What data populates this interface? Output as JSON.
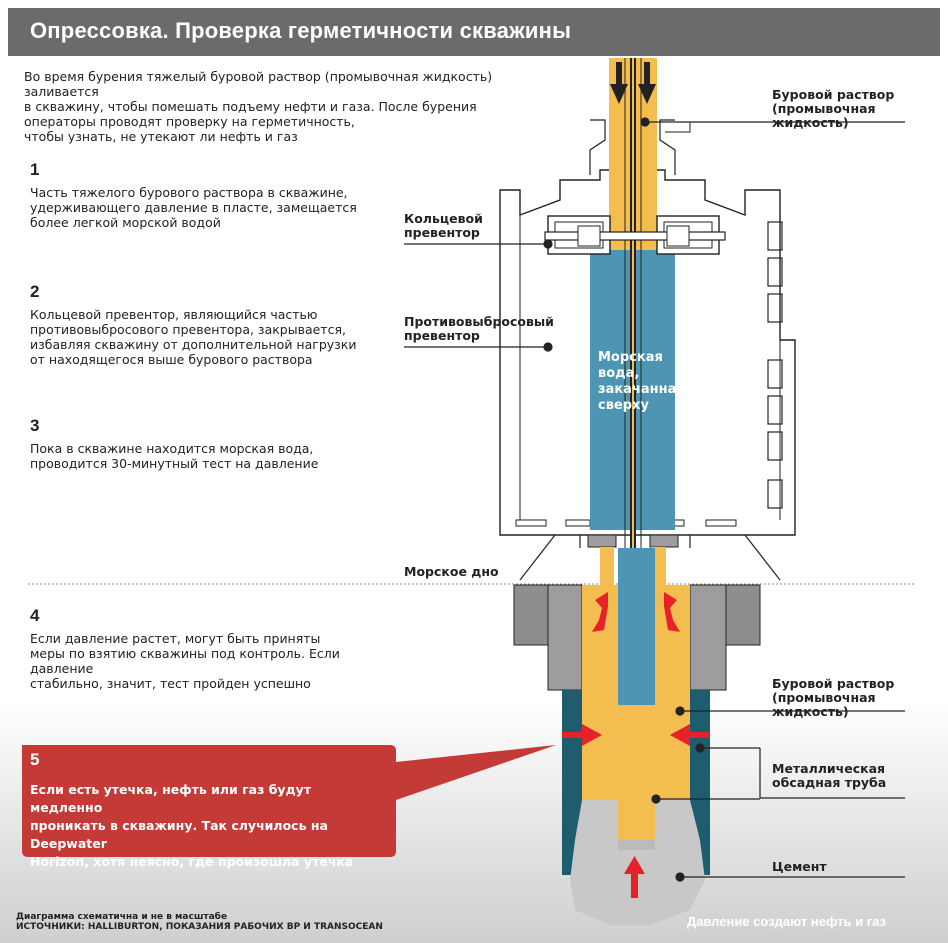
{
  "header": {
    "title": "Опрессовка. Проверка герметичности скважины"
  },
  "intro": {
    "lines": [
      "Во время бурения тяжелый буровой раствор (промывочная жидкость) заливается",
      "в скважину, чтобы помешать подъему нефти и газа. После бурения",
      "операторы проводят проверку на герметичность,",
      "чтобы узнать, не утекают ли нефть и газ"
    ]
  },
  "steps": [
    {
      "num": "1",
      "lines": [
        "Часть тяжелого бурового раствора в скважине,",
        "удерживающего давление в пласте, замещается",
        "более легкой морской водой"
      ]
    },
    {
      "num": "2",
      "lines": [
        "Кольцевой превентор, являющийся частью",
        "противовыбросового превентора, закрывается,",
        "избавляя скважину от дополнительной нагрузки",
        "от находящегося выше бурового раствора"
      ]
    },
    {
      "num": "3",
      "lines": [
        "Пока в скважине находится морская вода,",
        "проводится 30-минутный тест на давление"
      ]
    },
    {
      "num": "4",
      "lines": [
        "Если давление растет, могут быть приняты",
        "меры по взятию скважины под контроль. Если давление",
        "стабильно, значит, тест пройден успешно"
      ]
    }
  ],
  "callout": {
    "num": "5",
    "lines": [
      "Если есть утечка, нефть или газ будут медленно",
      "проникать в скважину. Так случилось на Deepwater",
      "Horizon, хотя неясно, где произошла утечка"
    ]
  },
  "labels": {
    "mud_top": [
      "Буровой раствор",
      "(промывочная жидкость)"
    ],
    "annular": [
      "Кольцевой",
      "превентор"
    ],
    "bop": [
      "Противовыбросовый",
      "превентор"
    ],
    "seawater": [
      "Морская",
      "вода,",
      "закачанная",
      "сверху"
    ],
    "seabed": "Морское дно",
    "mud_bottom": [
      "Буровой раствор",
      "(промывочная жидкость)"
    ],
    "casing": [
      "Металлическая",
      "обсадная труба"
    ],
    "cement": "Цемент"
  },
  "footer": {
    "note": "Диаграмма схематична и не в масштабе",
    "sources": "ИСТОЧНИКИ: HALLIBURTON, ПОКАЗАНИЯ РАБОЧИХ BP И TRANSOCEAN",
    "pressure": "Давление создают нефть и газ"
  },
  "colors": {
    "mud": "#f4bd4f",
    "seawater": "#4d95b3",
    "casing": "#1e5d6e",
    "callout": "#c33a36",
    "arrow": "#e52229",
    "title_bar": "#6b6b6b",
    "cement": "#c8c8c8"
  }
}
